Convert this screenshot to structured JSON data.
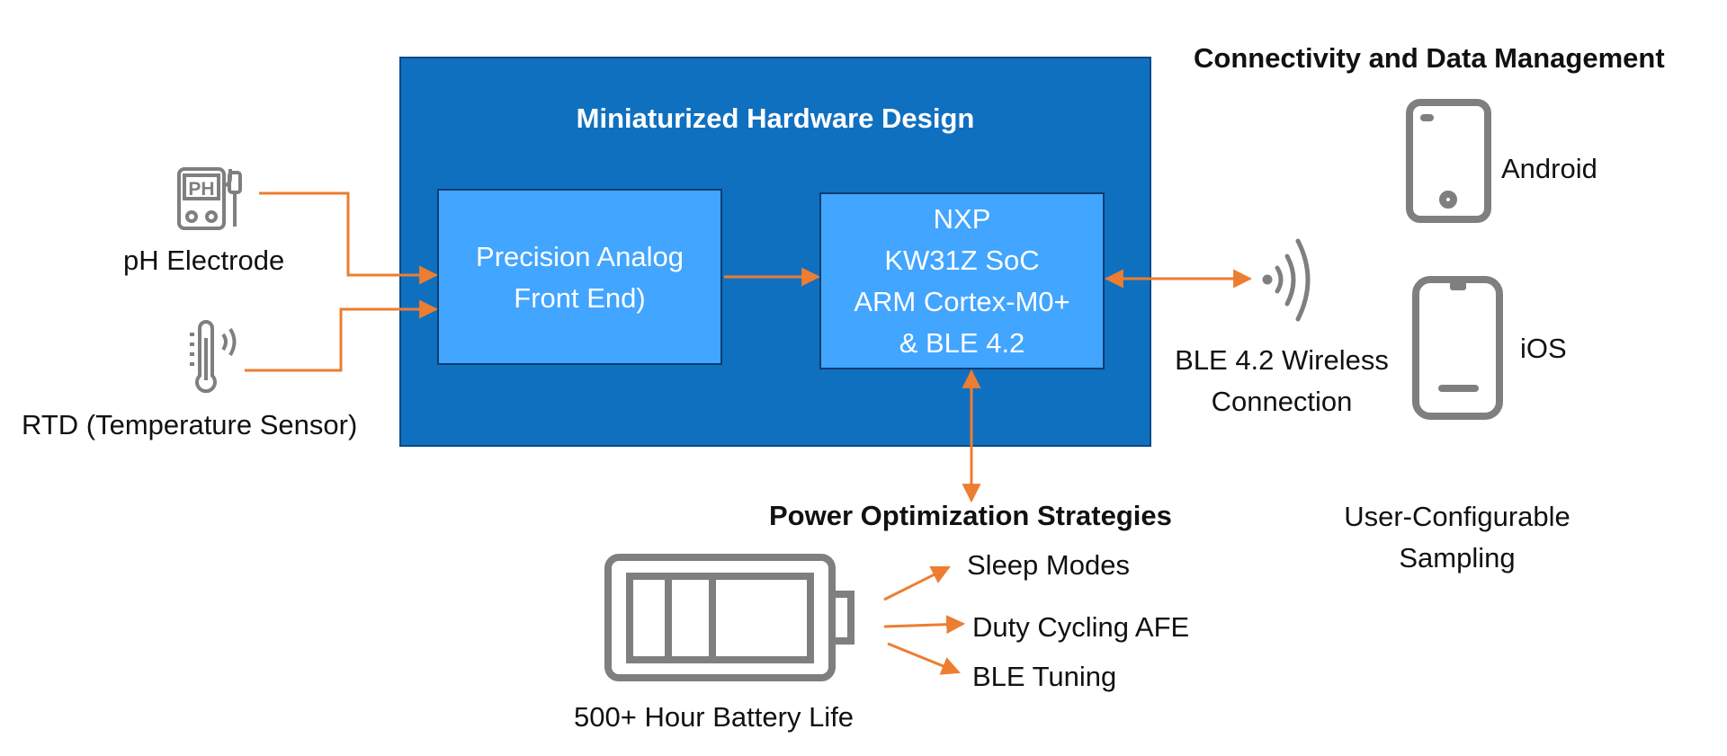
{
  "diagram": {
    "hardware_block": {
      "title": "Miniaturized Hardware Design",
      "afe_line1": "Precision Analog",
      "afe_line2": "Front End)",
      "soc_line1": "NXP",
      "soc_line2": "KW31Z SoC",
      "soc_line3": "ARM Cortex-M0+",
      "soc_line4": "& BLE 4.2"
    },
    "sensors": {
      "ph_label": "pH Electrode",
      "ph_icon_text": "PH",
      "rtd_label": "RTD (Temperature Sensor)"
    },
    "wireless": {
      "line1": "BLE 4.2 Wireless",
      "line2": "Connection"
    },
    "connectivity": {
      "title": "Connectivity and Data Management",
      "android_label": "Android",
      "ios_label": "iOS",
      "sampling_line1": "User-Configurable",
      "sampling_line2": "Sampling"
    },
    "power": {
      "title": "Power Optimization Strategies",
      "items": [
        "Sleep Modes",
        "Duty Cycling AFE",
        "BLE Tuning"
      ],
      "battery_label": "500+ Hour Battery Life"
    },
    "colors": {
      "outer_block": "#1070C0",
      "inner_box": "#42A5FF",
      "arrow": "#ED7D31",
      "icon_gray": "#7F7F7F"
    },
    "icons": [
      "ph-meter-icon",
      "thermometer-icon",
      "wireless-signal-icon",
      "phone-android-icon",
      "phone-ios-icon",
      "battery-icon"
    ]
  }
}
